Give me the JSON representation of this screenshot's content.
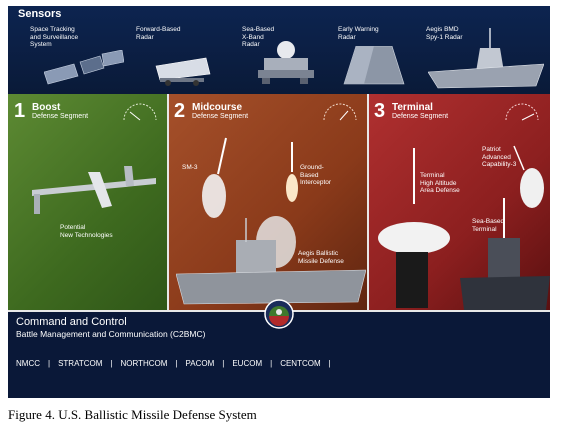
{
  "sensors": {
    "title": "Sensors",
    "items": [
      {
        "label": "Space Tracking\nand Surveillance\nSystem"
      },
      {
        "label": "Forward-Based\nRadar"
      },
      {
        "label": "Sea-Based\nX-Band\nRadar"
      },
      {
        "label": "Early Warning\nRadar"
      },
      {
        "label": "Aegis BMD\nSpy-1 Radar"
      }
    ]
  },
  "segments": {
    "boost": {
      "number": "1",
      "name": "Boost",
      "sub": "Defense Segment",
      "labels": {
        "potential": "Potential\nNew Technologies"
      }
    },
    "midcourse": {
      "number": "2",
      "name": "Midcourse",
      "sub": "Defense Segment",
      "labels": {
        "sm3": "SM-3",
        "gbi": "Ground-\nBased\nInterceptor",
        "aegis": "Aegis Ballistic\nMissile Defense"
      }
    },
    "terminal": {
      "number": "3",
      "name": "Terminal",
      "sub": "Defense Segment",
      "labels": {
        "patriot": "Patriot\nAdvanced\nCapability-3",
        "thaad": "Terminal\nHigh Altitude\nArea Defense",
        "seabased": "Sea-Based\nTerminal"
      }
    }
  },
  "command": {
    "title": "Command and Control",
    "subtitle": "Battle Management and Communication (C2BMC)",
    "orgs": [
      "NMCC",
      "STRATCOM",
      "NORTHCOM",
      "PACOM",
      "EUCOM",
      "CENTCOM"
    ],
    "separator": "|"
  },
  "caption": "Figure 4. U.S. Ballistic Missile Defense System"
}
